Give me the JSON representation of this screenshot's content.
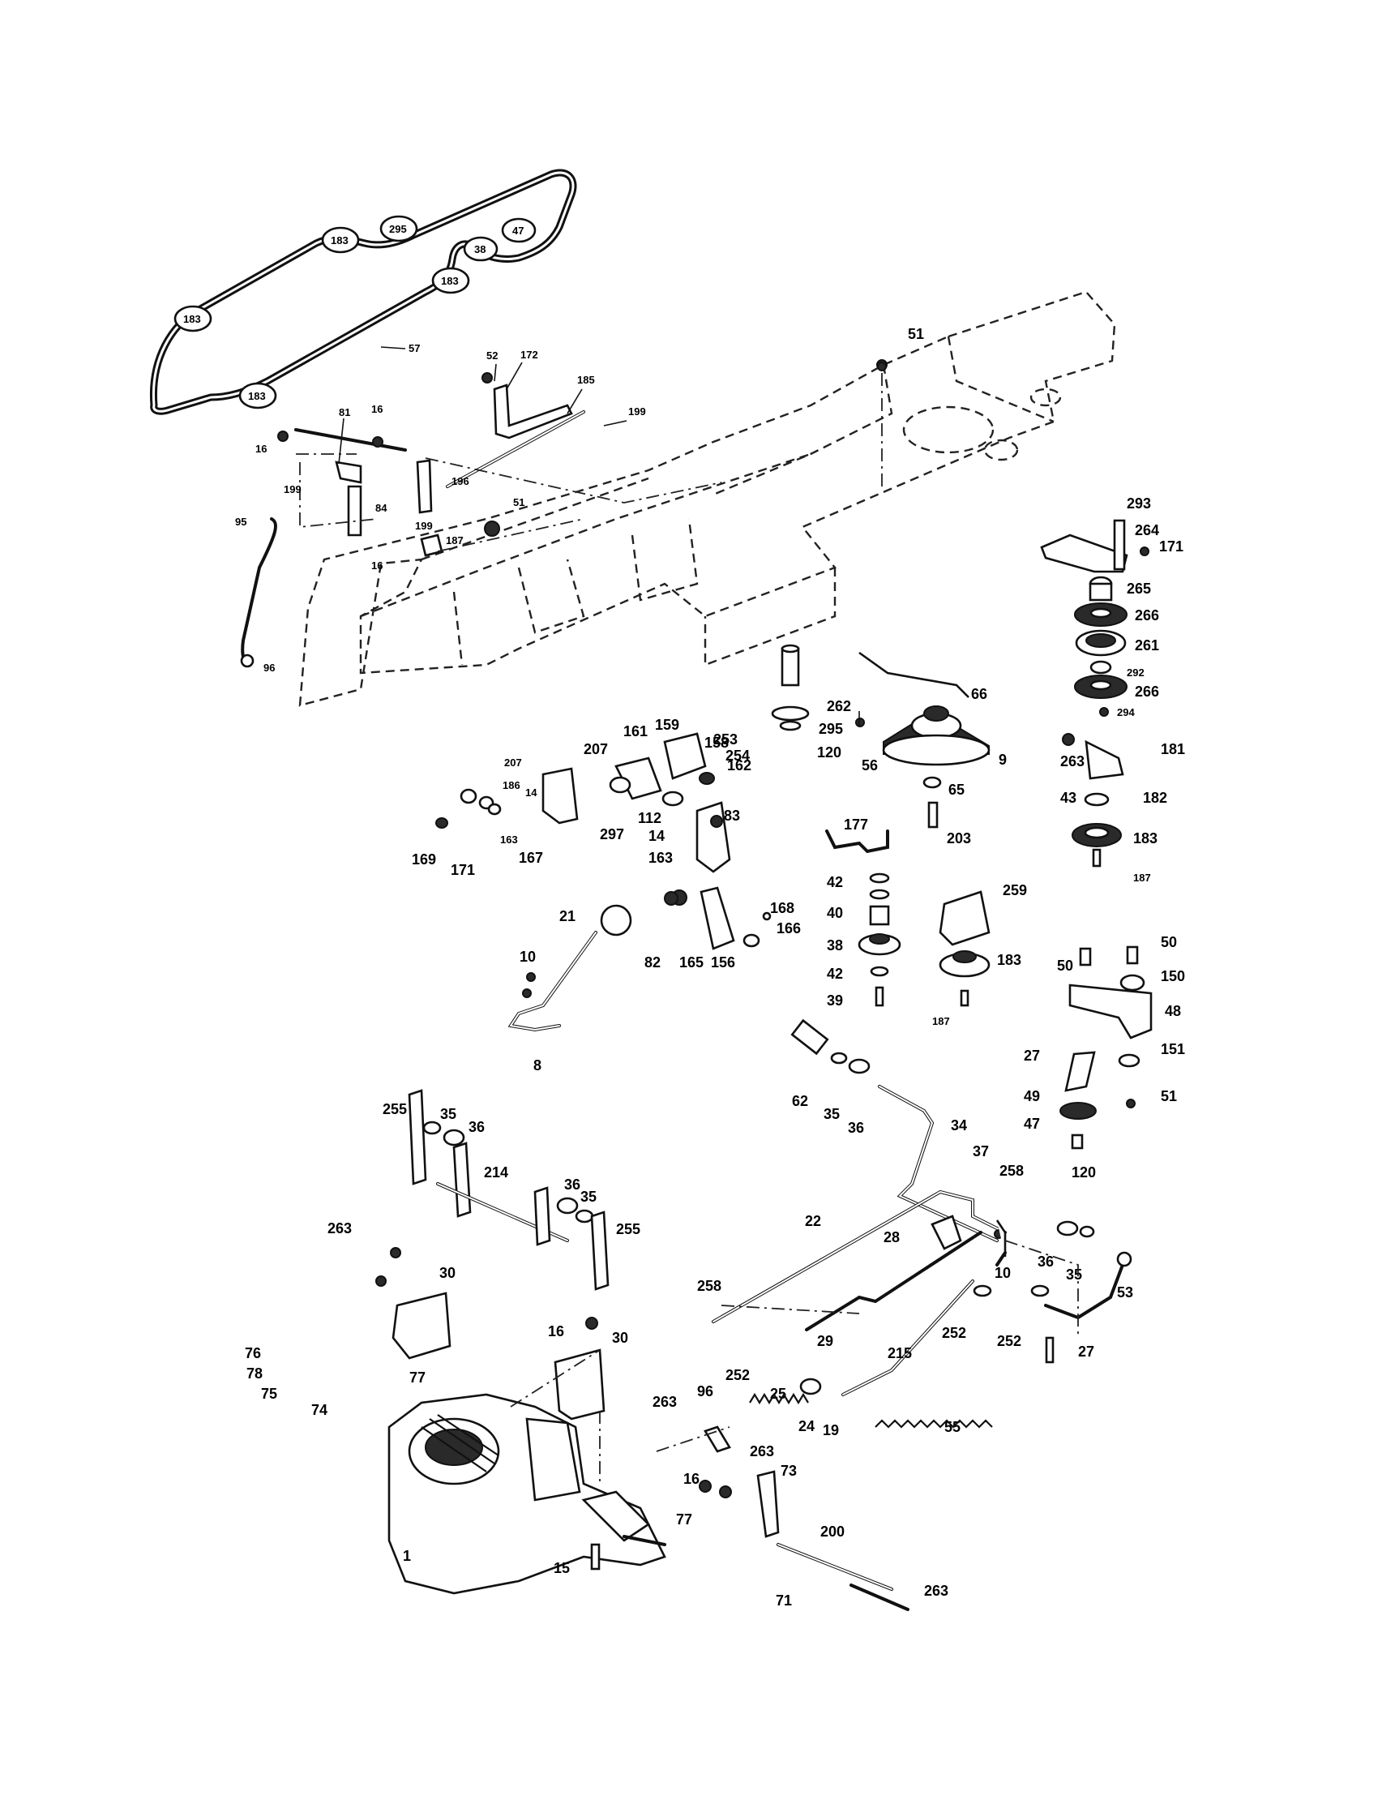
{
  "callouts": {
    "l57": "57",
    "l183a": "183",
    "l183b": "183",
    "l183c": "183",
    "l183d": "183",
    "l295b": "295",
    "l38b": "38",
    "l47b": "47",
    "l52": "52",
    "l172": "172",
    "l185": "185",
    "l199a": "199",
    "l81": "81",
    "l16a": "16",
    "l16b": "16",
    "l199b": "199",
    "l84": "84",
    "l199c": "199",
    "l196": "196",
    "l51a": "51",
    "l187a": "187",
    "l16c": "16",
    "l95": "95",
    "l96a": "96",
    "l51b": "51",
    "l293": "293",
    "l264": "264",
    "l171a": "171",
    "l265": "265",
    "l266a": "266",
    "l261": "261",
    "l292": "292",
    "l266b": "266",
    "l294": "294",
    "l262": "262",
    "l295": "295",
    "l120a": "120",
    "l253": "253",
    "l254": "254",
    "l66": "66",
    "l56": "56",
    "l9": "9",
    "l263a": "263",
    "l181": "181",
    "l65": "65",
    "l43": "43",
    "l182": "182",
    "l203": "203",
    "l183e": "183",
    "l187b": "187",
    "l161": "161",
    "l159": "159",
    "l158": "158",
    "l207": "207",
    "l162": "162",
    "l186": "186",
    "l14a": "14",
    "l112": "112",
    "l14b": "14",
    "l83": "83",
    "l163a": "163",
    "l163b": "163",
    "l297": "297",
    "l167": "167",
    "l169": "169",
    "l171b": "171",
    "l177": "177",
    "l42a": "42",
    "l40": "40",
    "l38": "38",
    "l42b": "42",
    "l39": "39",
    "l259": "259",
    "l183f": "183",
    "l187c": "187",
    "l168": "168",
    "l166": "166",
    "l21": "21",
    "l82": "82",
    "l165": "165",
    "l156": "156",
    "l10a": "10",
    "l8": "8",
    "l50a": "50",
    "l50b": "50",
    "l150": "150",
    "l48": "48",
    "l27a": "27",
    "l151": "151",
    "l49": "49",
    "l51c": "51",
    "l47": "47",
    "l120b": "120",
    "l62": "62",
    "l35a": "35",
    "l36a": "36",
    "l34": "34",
    "l37": "37",
    "l258a": "258",
    "l255a": "255",
    "l35b": "35",
    "l36b": "36",
    "l214": "214",
    "l36c": "36",
    "l35c": "35",
    "l255b": "255",
    "l22": "22",
    "l28": "28",
    "l36d": "36",
    "l35d": "35",
    "l10b": "10",
    "l263b": "263",
    "l30a": "30",
    "l258b": "258",
    "l29": "29",
    "l252a": "252",
    "l252b": "252",
    "l53": "53",
    "l27b": "27",
    "l215": "215",
    "l76": "76",
    "l78": "78",
    "l75": "75",
    "l74": "74",
    "l77a": "77",
    "l16d": "16",
    "l30b": "30",
    "l263c": "263",
    "l252c": "252",
    "l25": "25",
    "l96b": "96",
    "l24": "24",
    "l19": "19",
    "l55": "55",
    "l263d": "263",
    "l73": "73",
    "l16e": "16",
    "l77b": "77",
    "l200": "200",
    "l1": "1",
    "l15": "15",
    "l71": "71",
    "l263e": "263"
  }
}
